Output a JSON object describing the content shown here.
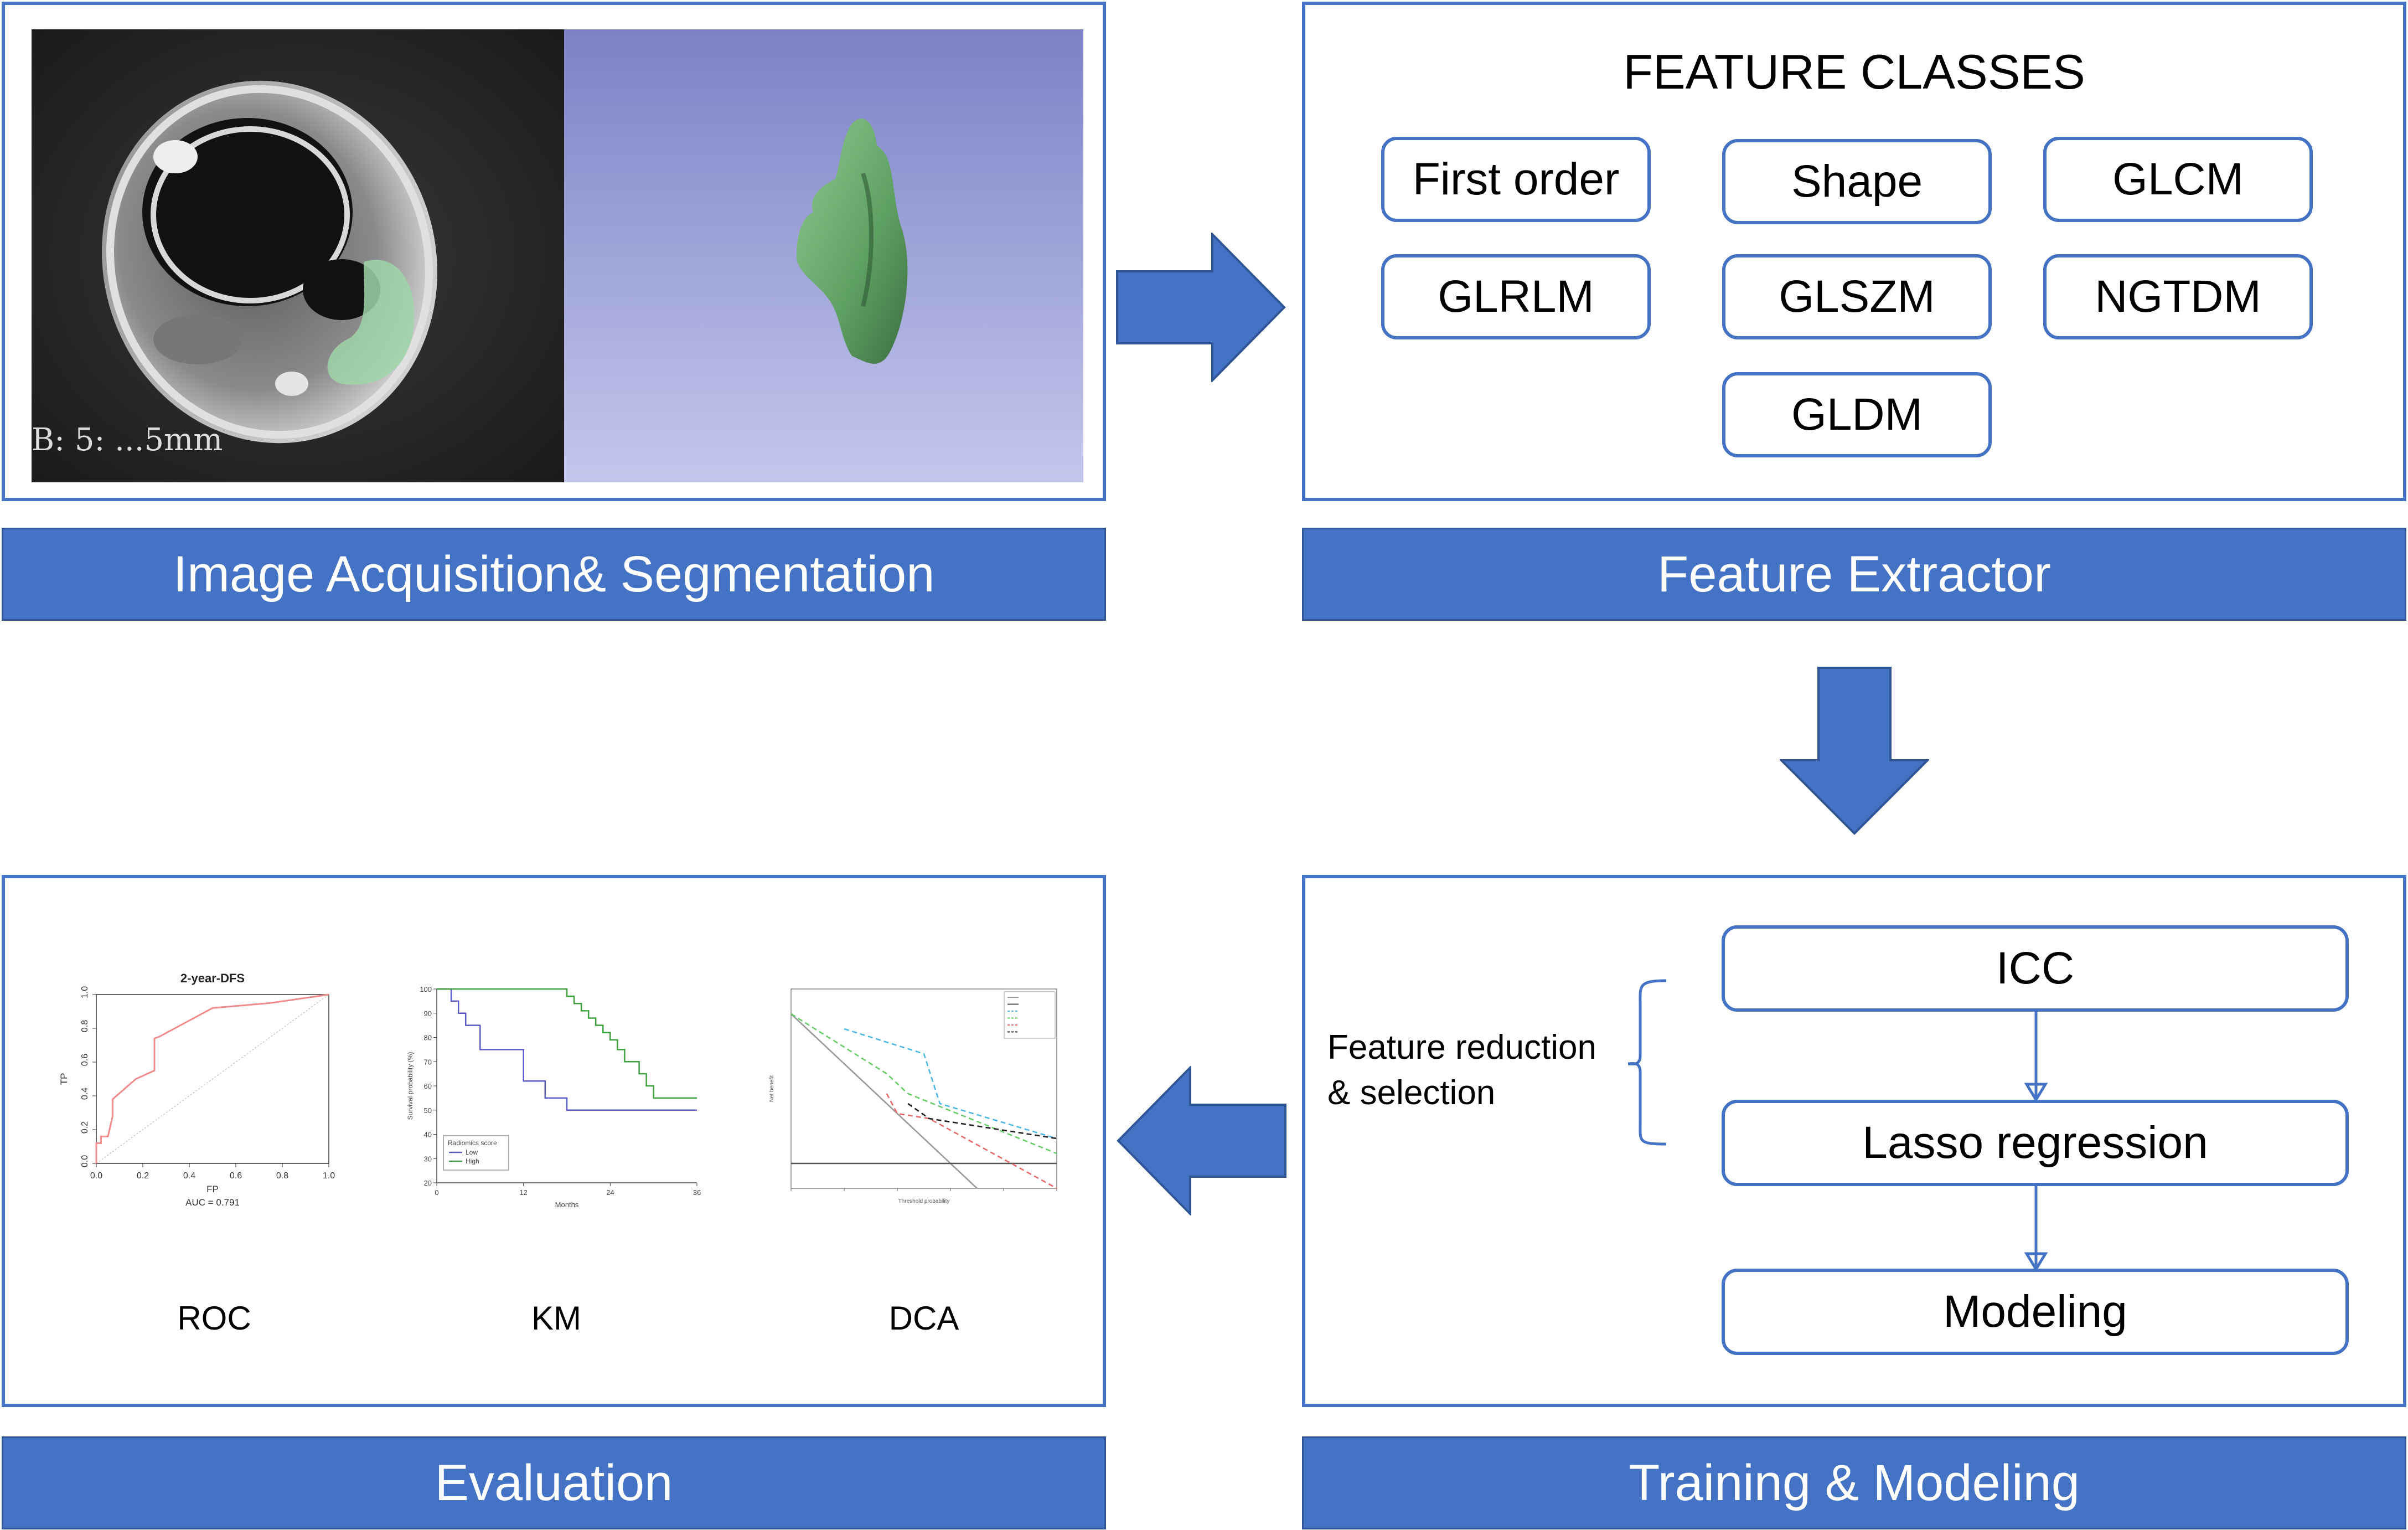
{
  "stages": {
    "acquisition": {
      "label": "Image Acquisition& Segmentation",
      "overlay_text": "B: 5: ...5mm"
    },
    "extractor": {
      "label": "Feature Extractor",
      "heading": "FEATURE CLASSES",
      "classes": [
        "First order",
        "Shape",
        "GLCM",
        "GLRLM",
        "GLSZM",
        "NGTDM",
        "GLDM"
      ]
    },
    "training": {
      "label": "Training & Modeling",
      "reduction_label_line1": "Feature reduction",
      "reduction_label_line2": "& selection",
      "steps": [
        "ICC",
        "Lasso regression",
        "Modeling"
      ]
    },
    "evaluation": {
      "label": "Evaluation",
      "captions": [
        "ROC",
        "KM",
        "DCA"
      ]
    }
  },
  "colors": {
    "accent": "#4472C4",
    "roc": "#F28B8B",
    "km_low": "#5B5BC8",
    "km_high": "#3FA03F"
  },
  "chart_data": [
    {
      "type": "line",
      "title": "2-year-DFS",
      "xlabel": "FP",
      "ylabel": "TP",
      "annotation": "AUC = 0.791",
      "xlim": [
        0,
        1
      ],
      "ylim": [
        0,
        1
      ],
      "xticks": [
        "0.0",
        "0.2",
        "0.4",
        "0.6",
        "0.8",
        "1.0"
      ],
      "yticks": [
        "0.0",
        "0.2",
        "0.4",
        "0.6",
        "0.8",
        "1.0"
      ],
      "x": [
        0,
        0,
        0.02,
        0.02,
        0.05,
        0.07,
        0.07,
        0.17,
        0.25,
        0.25,
        0.27,
        0.5,
        0.75,
        1.0
      ],
      "y": [
        0,
        0.12,
        0.12,
        0.16,
        0.16,
        0.28,
        0.38,
        0.5,
        0.55,
        0.74,
        0.75,
        0.92,
        0.95,
        1.0
      ]
    },
    {
      "type": "line",
      "xlabel": "Months",
      "ylabel": "Survival probability (%)",
      "xlim": [
        0,
        36
      ],
      "ylim": [
        20,
        100
      ],
      "xticks": [
        "0",
        "12",
        "24",
        "36"
      ],
      "yticks": [
        "20",
        "30",
        "40",
        "50",
        "60",
        "70",
        "80",
        "90",
        "100"
      ],
      "legend_title": "Radiomics score",
      "series": [
        {
          "name": "Low",
          "x": [
            0,
            2,
            2,
            3,
            3,
            4,
            4,
            6,
            6,
            12,
            12,
            15,
            15,
            18,
            18,
            36
          ],
          "y": [
            100,
            100,
            95,
            95,
            90,
            90,
            85,
            85,
            75,
            75,
            62,
            62,
            55,
            55,
            50,
            50
          ]
        },
        {
          "name": "High",
          "x": [
            0,
            18,
            18,
            19,
            19,
            20,
            20,
            21,
            21,
            22,
            22,
            23,
            23,
            24,
            24,
            25,
            25,
            26,
            26,
            28,
            28,
            29,
            29,
            30,
            30,
            32,
            32,
            36
          ],
          "y": [
            100,
            100,
            97,
            97,
            94,
            94,
            91,
            91,
            88,
            88,
            85,
            85,
            82,
            82,
            79,
            79,
            75,
            75,
            70,
            70,
            65,
            65,
            60,
            60,
            55,
            55,
            55,
            55
          ]
        }
      ]
    },
    {
      "type": "line",
      "xlabel": "Threshold probability",
      "ylabel": "Net benefit",
      "xlim": [
        0,
        0.5
      ],
      "ylim": [
        -0.05,
        0.35
      ],
      "series": [
        {
          "color": "#9A9A9A",
          "style": "solid",
          "x": [
            0,
            0.35
          ],
          "y": [
            0.3,
            -0.05
          ]
        },
        {
          "color": "#555555",
          "style": "solid",
          "x": [
            0,
            0.5
          ],
          "y": [
            0,
            0
          ]
        },
        {
          "color": "#4DB8E8",
          "style": "dashed",
          "x": [
            0.1,
            0.25,
            0.28,
            0.5
          ],
          "y": [
            0.27,
            0.22,
            0.12,
            0.05
          ]
        },
        {
          "color": "#66CC66",
          "style": "dashed",
          "x": [
            0,
            0.18,
            0.22,
            0.5
          ],
          "y": [
            0.3,
            0.18,
            0.14,
            0.02
          ]
        },
        {
          "color": "#E86A6A",
          "style": "dashed",
          "x": [
            0.18,
            0.2,
            0.26,
            0.5
          ],
          "y": [
            0.14,
            0.1,
            0.09,
            -0.05
          ]
        },
        {
          "color": "#222222",
          "style": "dashed",
          "x": [
            0.22,
            0.26,
            0.5
          ],
          "y": [
            0.12,
            0.09,
            0.05
          ]
        }
      ]
    }
  ]
}
